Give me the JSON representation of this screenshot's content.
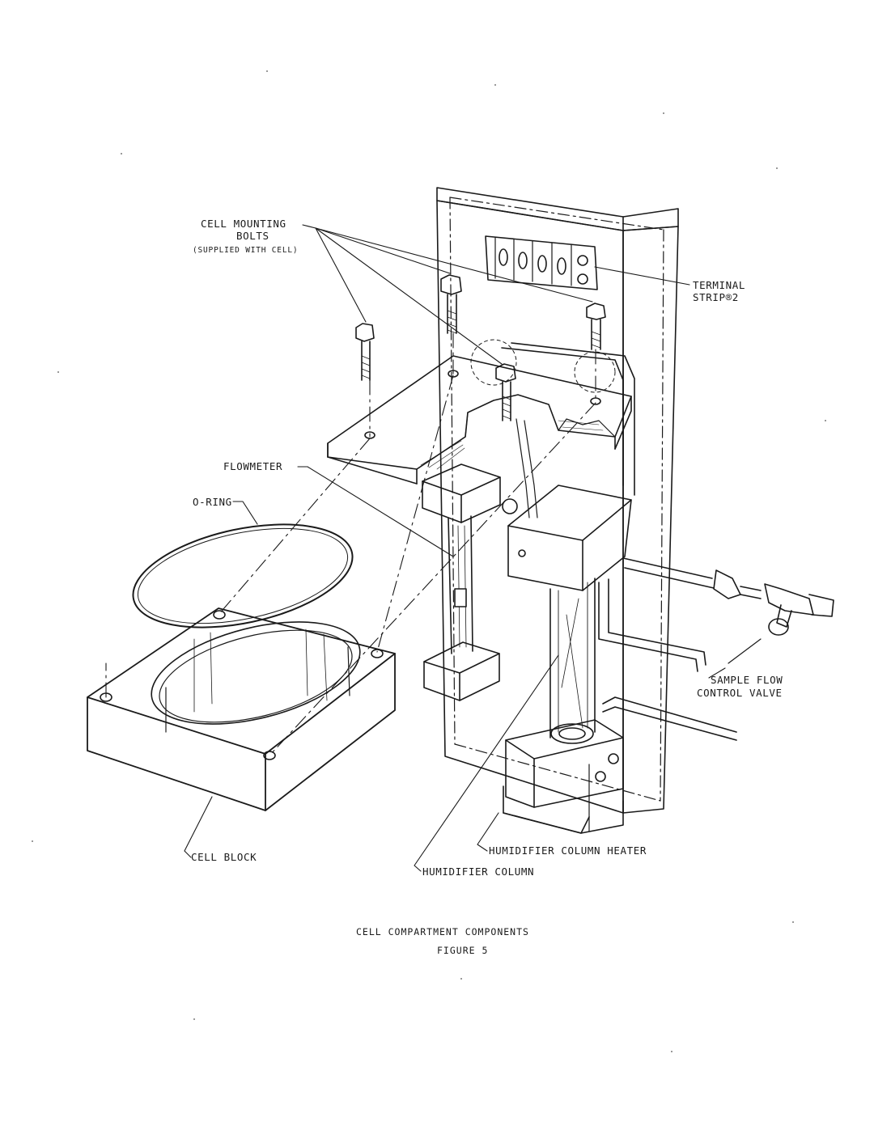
{
  "labels": {
    "cell_mounting_bolts_line1": "CELL MOUNTING",
    "cell_mounting_bolts_line2": "BOLTS",
    "cell_mounting_bolts_note": "(SUPPLIED WITH CELL)",
    "terminal_strip_line1": "TERMINAL",
    "terminal_strip_line2": "STRIP®2",
    "flowmeter": "FLOWMETER",
    "o_ring": "O-RING",
    "sample_flow_line1": "SAMPLE FLOW",
    "sample_flow_line2": "CONTROL VALVE",
    "cell_block": "CELL BLOCK",
    "humidifier_column_heater": "HUMIDIFIER COLUMN HEATER",
    "humidifier_column": "HUMIDIFIER COLUMN"
  },
  "caption": {
    "title": "CELL COMPARTMENT COMPONENTS",
    "figure": "FIGURE 5"
  },
  "colors": {
    "ink": "#1a1a1a",
    "paper": "#ffffff"
  }
}
